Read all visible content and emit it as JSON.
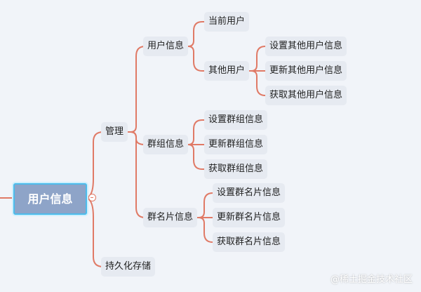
{
  "root": {
    "label": "用户信息"
  },
  "branches": [
    {
      "label": "管理",
      "children": [
        {
          "label": "用户信息",
          "children": [
            {
              "label": "当前用户"
            },
            {
              "label": "其他用户",
              "children": [
                {
                  "label": "设置其他用户信息"
                },
                {
                  "label": "更新其他用户信息"
                },
                {
                  "label": "获取其他用户信息"
                }
              ]
            }
          ]
        },
        {
          "label": "群组信息",
          "children": [
            {
              "label": "设置群组信息"
            },
            {
              "label": "更新群组信息"
            },
            {
              "label": "获取群组信息"
            }
          ]
        },
        {
          "label": "群名片信息",
          "children": [
            {
              "label": "设置群名片信息"
            },
            {
              "label": "更新群名片信息"
            },
            {
              "label": "获取群名片信息"
            }
          ]
        }
      ]
    },
    {
      "label": "持久化存储"
    }
  ],
  "watermark": "@稀土掘金技术社区",
  "colors": {
    "connector": "#e07a66",
    "node_fill": "#e6eaf1",
    "root_fill": "#8ea4c8",
    "root_border": "#4cbcec"
  }
}
